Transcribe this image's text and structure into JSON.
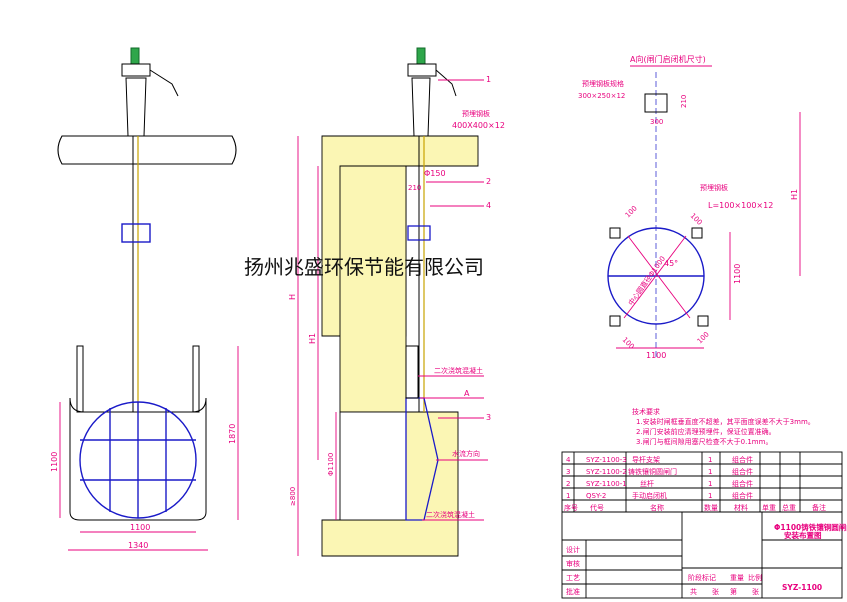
{
  "watermark": "扬州兆盛环保节能有限公司",
  "front_view": {
    "dim_width_inner": "1100",
    "dim_width_outer": "1340",
    "dim_height_left": "1100",
    "dim_height_right": "1870"
  },
  "section_view": {
    "leaders": [
      "1",
      "2",
      "4",
      "3"
    ],
    "plate_label": "预埋钢板",
    "plate_size": "400X400×12",
    "dim_210": "210",
    "dim_phi150": "Φ150",
    "dim_H": "H",
    "dim_H1": "H1",
    "dim_phi1100": "Φ1100",
    "dim_ge800": "≥800",
    "concrete_top": "二次浇筑混凝土",
    "concrete_bottom": "二次浇筑混凝土",
    "section_arrow": "A",
    "flow_label": "水流方向"
  },
  "a_view": {
    "title": "A向(闸门启闭机尺寸)",
    "top_plate_label": "预埋钢板规格",
    "top_plate_size": "300×250×12",
    "dim_300": "300",
    "dim_210": "210",
    "dim_H1": "H1",
    "side_plate_label": "预埋钢板",
    "side_plate_size": "L=100×100×12",
    "dim_100a": "100",
    "dim_100b": "100",
    "dim_100c": "100",
    "dim_100d": "100",
    "angle_45": "45°",
    "diameter_label": "中心圆直径Φ1000",
    "dim_1100_h": "1100",
    "dim_1100_v": "1100"
  },
  "notes": {
    "title": "技术要求",
    "lines": [
      "1.安装时闸框垂直度不超差，其平面度误差不大于3mm。",
      "2.闸门安装前应清理预埋件，保证位置准确。",
      "3.闸门与框间隙用塞尺检查不大于0.1mm。"
    ]
  },
  "parts_table": {
    "rows": [
      [
        "4",
        "SYZ-1100-3",
        "导杆支架",
        "1",
        "组合件"
      ],
      [
        "3",
        "SYZ-1100-2",
        "铸铁镶铜圆闸门",
        "1",
        "组合件"
      ],
      [
        "2",
        "SYZ-1100-1",
        "丝杆",
        "1",
        "组合件"
      ],
      [
        "1",
        "QSY-2",
        "手动启闭机",
        "1",
        "组合件"
      ]
    ],
    "header": [
      "序号",
      "代号",
      "名称",
      "数量",
      "材料",
      "单重",
      "总重",
      "备注"
    ]
  },
  "title_block": {
    "drawing_title_1": "Φ1100铸铁镶铜圆闸门",
    "drawing_title_2": "安装布置图",
    "drawing_number": "SYZ-1100",
    "row_labels": [
      "设计",
      "审核",
      "工艺",
      "批准"
    ],
    "mid_labels": [
      "阶段标记",
      "重量",
      "比例"
    ],
    "sheet": [
      "共",
      "张",
      "第",
      "张"
    ]
  }
}
